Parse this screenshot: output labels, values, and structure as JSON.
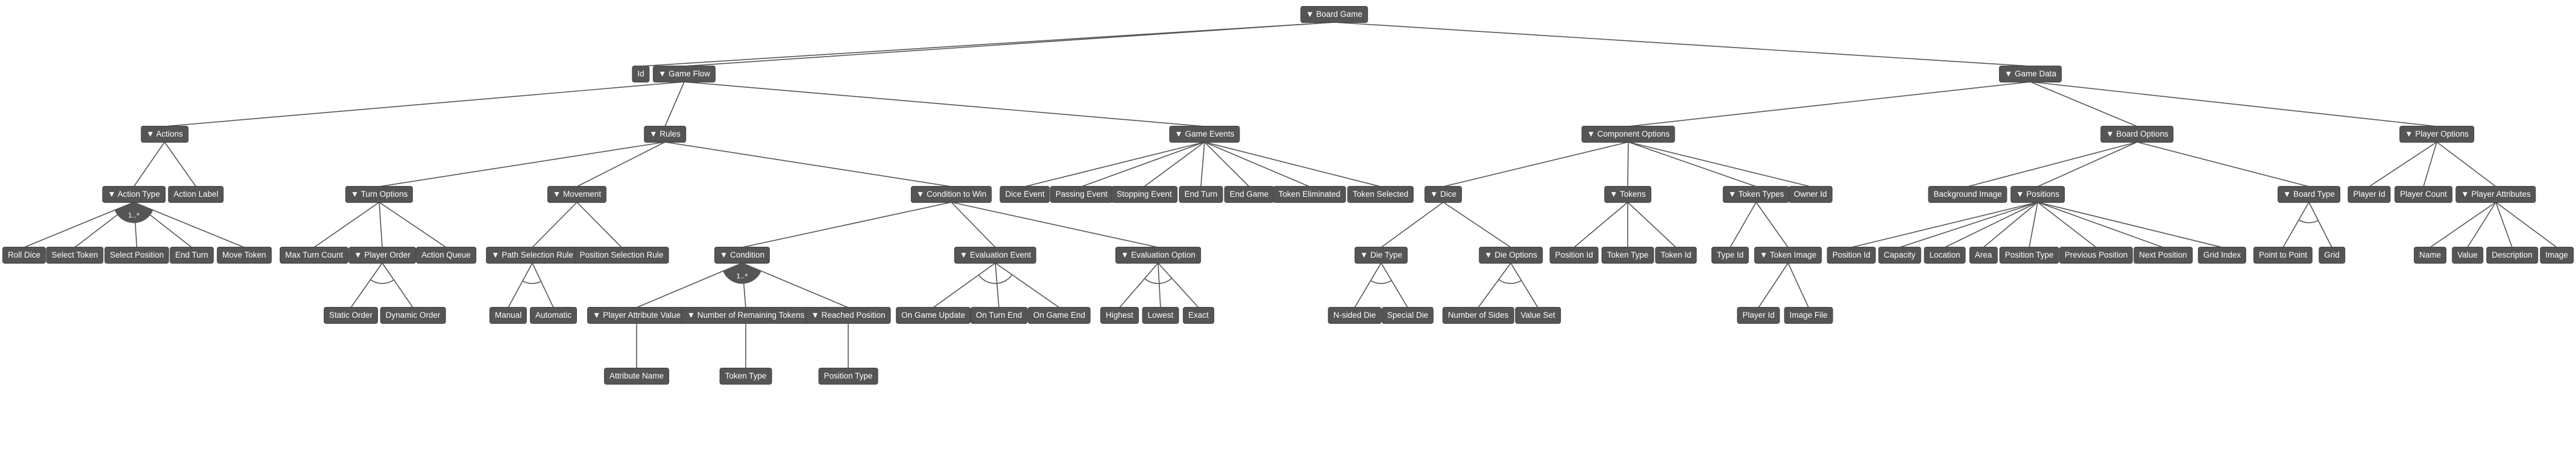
{
  "diagram": {
    "or_label": "1..*",
    "nodes": [
      {
        "id": "board-game",
        "label": "▼ Board Game"
      },
      {
        "id": "id",
        "label": "Id"
      },
      {
        "id": "game-flow",
        "label": "▼ Game Flow"
      },
      {
        "id": "game-data",
        "label": "▼ Game Data"
      },
      {
        "id": "actions",
        "label": "▼ Actions"
      },
      {
        "id": "rules",
        "label": "▼ Rules"
      },
      {
        "id": "game-events",
        "label": "▼ Game Events"
      },
      {
        "id": "component-options",
        "label": "▼ Component Options"
      },
      {
        "id": "board-options",
        "label": "▼ Board Options"
      },
      {
        "id": "player-options",
        "label": "▼ Player Options"
      },
      {
        "id": "action-type",
        "label": "▼ Action Type"
      },
      {
        "id": "action-label",
        "label": "Action Label"
      },
      {
        "id": "turn-options",
        "label": "▼ Turn Options"
      },
      {
        "id": "movement",
        "label": "▼ Movement"
      },
      {
        "id": "condition-to-win",
        "label": "▼ Condition to Win"
      },
      {
        "id": "dice-event",
        "label": "Dice Event"
      },
      {
        "id": "passing-event",
        "label": "Passing Event"
      },
      {
        "id": "stopping-event",
        "label": "Stopping Event"
      },
      {
        "id": "end-turn-event",
        "label": "End Turn"
      },
      {
        "id": "end-game-event",
        "label": "End Game"
      },
      {
        "id": "token-eliminated",
        "label": "Token Eliminated"
      },
      {
        "id": "token-selected",
        "label": "Token Selected"
      },
      {
        "id": "dice",
        "label": "▼ Dice"
      },
      {
        "id": "tokens",
        "label": "▼ Tokens"
      },
      {
        "id": "token-types",
        "label": "▼ Token Types"
      },
      {
        "id": "owner-id",
        "label": "Owner Id"
      },
      {
        "id": "background-image",
        "label": "Background Image"
      },
      {
        "id": "positions",
        "label": "▼ Positions"
      },
      {
        "id": "board-type",
        "label": "▼ Board Type"
      },
      {
        "id": "player-id",
        "label": "Player Id"
      },
      {
        "id": "player-count",
        "label": "Player Count"
      },
      {
        "id": "player-attributes",
        "label": "▼ Player Attributes"
      },
      {
        "id": "roll-dice",
        "label": "Roll Dice"
      },
      {
        "id": "select-token",
        "label": "Select Token"
      },
      {
        "id": "select-position",
        "label": "Select Position"
      },
      {
        "id": "end-turn-action",
        "label": "End Turn"
      },
      {
        "id": "move-token",
        "label": "Move Token"
      },
      {
        "id": "max-turn-count",
        "label": "Max Turn Count"
      },
      {
        "id": "player-order",
        "label": "▼ Player Order"
      },
      {
        "id": "action-queue",
        "label": "Action Queue"
      },
      {
        "id": "path-selection-rule",
        "label": "▼ Path Selection Rule"
      },
      {
        "id": "position-selection-rule",
        "label": "Position Selection Rule"
      },
      {
        "id": "condition",
        "label": "▼ Condition"
      },
      {
        "id": "evaluation-event",
        "label": "▼ Evaluation Event"
      },
      {
        "id": "evaluation-option",
        "label": "▼ Evaluation Option"
      },
      {
        "id": "die-type",
        "label": "▼ Die Type"
      },
      {
        "id": "die-options",
        "label": "▼ Die Options"
      },
      {
        "id": "position-id-tok",
        "label": "Position Id"
      },
      {
        "id": "token-type",
        "label": "Token Type"
      },
      {
        "id": "token-id",
        "label": "Token Id"
      },
      {
        "id": "type-id",
        "label": "Type Id"
      },
      {
        "id": "token-image",
        "label": "▼ Token Image"
      },
      {
        "id": "position-id-pos",
        "label": "Position Id"
      },
      {
        "id": "capacity",
        "label": "Capacity"
      },
      {
        "id": "location",
        "label": "Location"
      },
      {
        "id": "area",
        "label": "Area"
      },
      {
        "id": "position-type-pos",
        "label": "Position Type"
      },
      {
        "id": "previous-position",
        "label": "Previous Position"
      },
      {
        "id": "next-position",
        "label": "Next Position"
      },
      {
        "id": "grid-index",
        "label": "Grid Index"
      },
      {
        "id": "point-to-point",
        "label": "Point to Point"
      },
      {
        "id": "grid",
        "label": "Grid"
      },
      {
        "id": "attr-name",
        "label": "Name"
      },
      {
        "id": "attr-value",
        "label": "Value"
      },
      {
        "id": "attr-description",
        "label": "Description"
      },
      {
        "id": "attr-image",
        "label": "Image"
      },
      {
        "id": "static-order",
        "label": "Static Order"
      },
      {
        "id": "dynamic-order",
        "label": "Dynamic Order"
      },
      {
        "id": "manual",
        "label": "Manual"
      },
      {
        "id": "automatic",
        "label": "Automatic"
      },
      {
        "id": "player-attribute-value",
        "label": "▼ Player Attribute Value"
      },
      {
        "id": "number-of-remaining-tokens",
        "label": "▼ Number of Remaining Tokens"
      },
      {
        "id": "reached-position",
        "label": "▼ Reached Position"
      },
      {
        "id": "on-game-update",
        "label": "On Game Update"
      },
      {
        "id": "on-turn-end",
        "label": "On Turn End"
      },
      {
        "id": "on-game-end",
        "label": "On Game End"
      },
      {
        "id": "highest",
        "label": "Highest"
      },
      {
        "id": "lowest",
        "label": "Lowest"
      },
      {
        "id": "exact",
        "label": "Exact"
      },
      {
        "id": "n-sided-die",
        "label": "N-sided Die"
      },
      {
        "id": "special-die",
        "label": "Special Die"
      },
      {
        "id": "number-of-sides",
        "label": "Number of Sides"
      },
      {
        "id": "value-set",
        "label": "Value Set"
      },
      {
        "id": "player-id-img",
        "label": "Player Id"
      },
      {
        "id": "image-file",
        "label": "Image File"
      },
      {
        "id": "attribute-name",
        "label": "Attribute Name"
      },
      {
        "id": "token-type-cond",
        "label": "Token Type"
      },
      {
        "id": "position-type-cond",
        "label": "Position Type"
      }
    ]
  }
}
